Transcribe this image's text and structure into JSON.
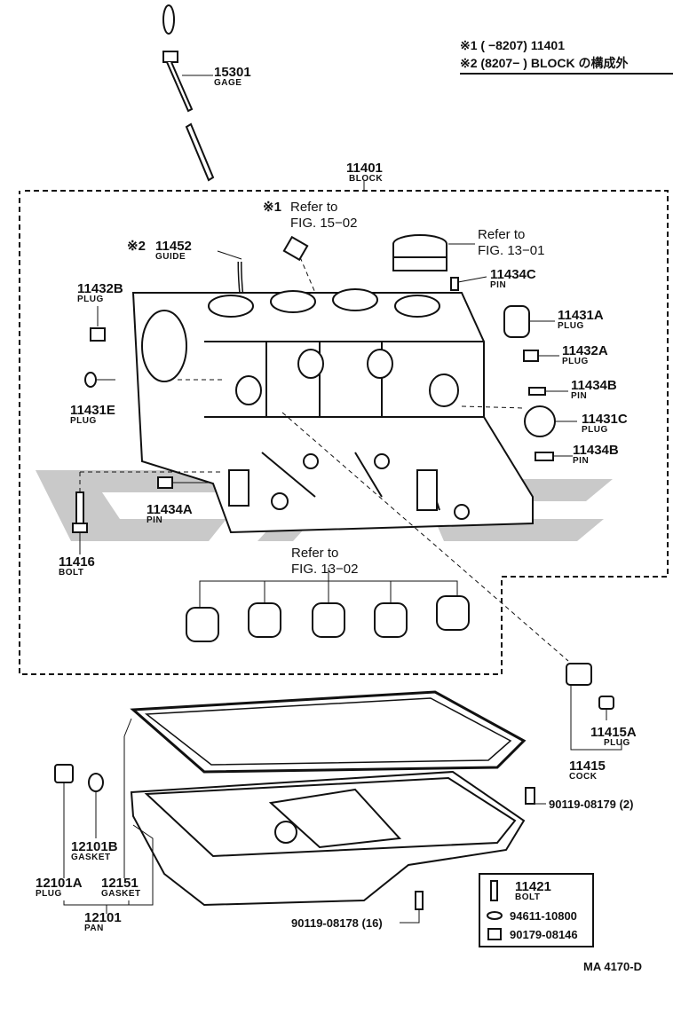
{
  "note": {
    "line1": "※1 (     −8207) 11401",
    "line2": "※2 (8207−      ) BLOCK の構成外"
  },
  "parts": {
    "p15301": {
      "num": "15301",
      "name": "GAGE"
    },
    "p11401": {
      "num": "11401",
      "name": "BLOCK"
    },
    "ref1": {
      "prefix": "※1",
      "text1": "Refer to",
      "text2": "FIG. 15−02"
    },
    "ref2": {
      "text1": "Refer to",
      "text2": "FIG. 13−01"
    },
    "p11452": {
      "prefix": "※2",
      "num": "11452",
      "name": "GUIDE"
    },
    "p11434C": {
      "num": "11434C",
      "name": "PIN"
    },
    "p11432B": {
      "num": "11432B",
      "name": "PLUG"
    },
    "p11431A": {
      "num": "11431A",
      "name": "PLUG"
    },
    "p11432A": {
      "num": "11432A",
      "name": "PLUG"
    },
    "p11434B_1": {
      "num": "11434B",
      "name": "PIN"
    },
    "p11431E": {
      "num": "11431E",
      "name": "PLUG"
    },
    "p11431C": {
      "num": "11431C",
      "name": "PLUG"
    },
    "p11434B_2": {
      "num": "11434B",
      "name": "PIN"
    },
    "p11434A": {
      "num": "11434A",
      "name": "PIN"
    },
    "p11416": {
      "num": "11416",
      "name": "BOLT"
    },
    "ref3": {
      "text1": "Refer to",
      "text2": "FIG. 13−02"
    },
    "p11415A": {
      "num": "11415A",
      "name": "PLUG"
    },
    "p11415": {
      "num": "11415",
      "name": "COCK"
    },
    "p90119_08179": {
      "text": "90119-08179 (2)"
    },
    "p12101B": {
      "num": "12101B",
      "name": "GASKET"
    },
    "p12101A": {
      "num": "12101A",
      "name": "PLUG"
    },
    "p12151": {
      "num": "12151",
      "name": "GASKET"
    },
    "p12101": {
      "num": "12101",
      "name": "PAN"
    },
    "p90119_08178": {
      "text": "90119-08178 (16)"
    },
    "p11421": {
      "num": "11421",
      "name": "BOLT"
    },
    "p94611": {
      "text": "94611-10800"
    },
    "p90179": {
      "text": "90179-08146"
    }
  },
  "footer": {
    "code": "MA  4170-D"
  }
}
